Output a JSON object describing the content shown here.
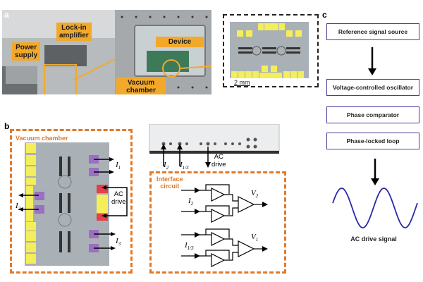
{
  "panels": {
    "a": {
      "letter": "a",
      "labels": {
        "power_supply": "Power\nsupply",
        "lockin": "Lock-in\namplifier",
        "device": "Device",
        "vacuum": "Vacuum\nchamber"
      },
      "inset_scale": "2 mm"
    },
    "b": {
      "letter": "b",
      "vacuum_chamber_label": "Vacuum chamber",
      "interface_label": "Interface\ncircuit",
      "ac_drive_label": "AC\ndrive",
      "currents": {
        "i1": "I",
        "i1_sub": "1",
        "i2": "I",
        "i2_sub": "2",
        "i3": "I",
        "i3_sub": "3",
        "i13_sub": "1/3"
      },
      "instrument_labels": {
        "ac_drive": "AC\ndrive"
      },
      "outputs": {
        "v2": "V",
        "v2_sub": "2",
        "v1": "V",
        "v1_sub": "1"
      }
    },
    "c": {
      "letter": "c",
      "boxes": [
        "Reference signal source",
        "Voltage-controlled oscillator",
        "Phase comparator",
        "Phase-locked loop"
      ],
      "output_label": "AC drive signal"
    }
  },
  "colors": {
    "highlight_orange": "#f2a92b",
    "dash_orange": "#e07a2a",
    "box_purple": "#4b3a9a",
    "sine_blue": "#2a2aa8",
    "pad_yellow": "#f4ee5a",
    "pad_purple": "#9b6fc2",
    "pad_red": "#e0404a"
  }
}
